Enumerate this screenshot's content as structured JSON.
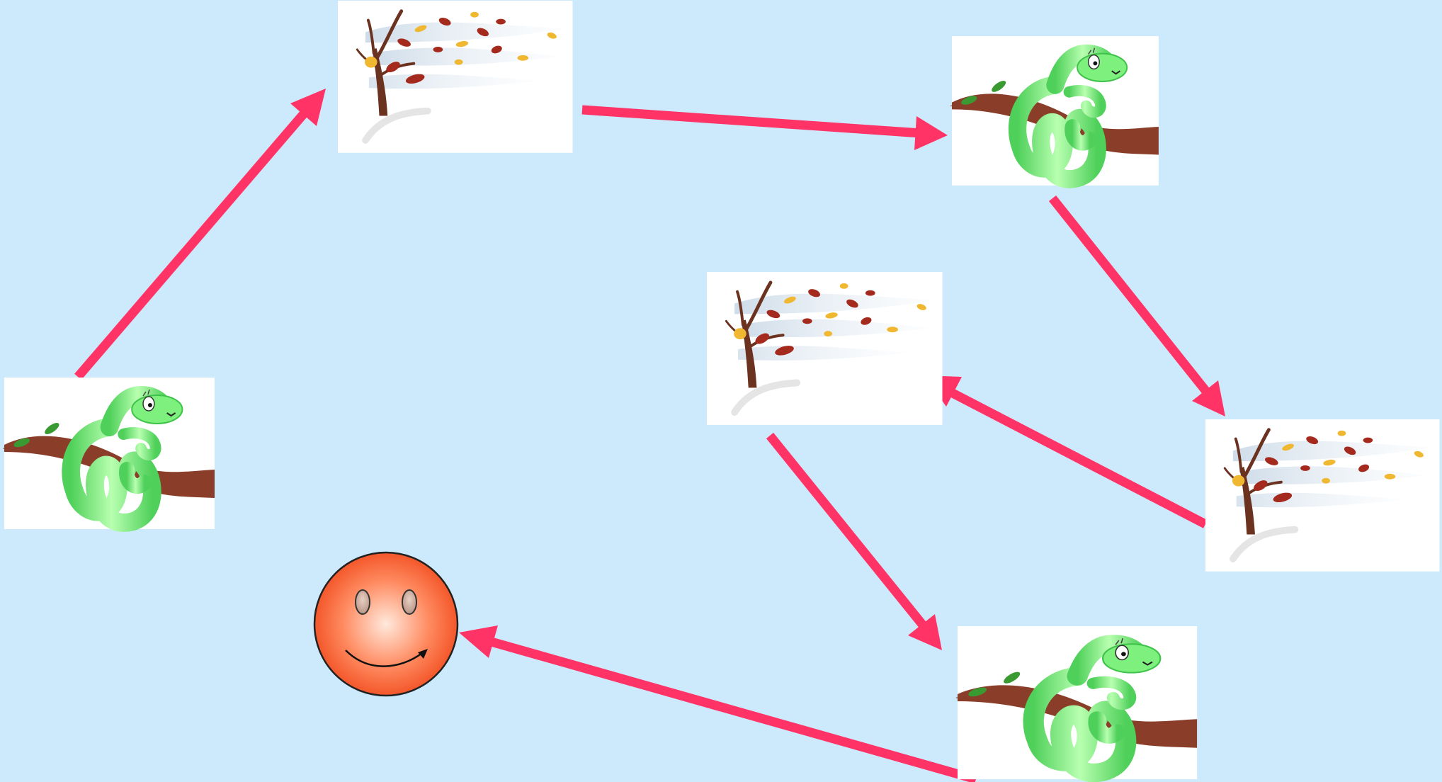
{
  "colors": {
    "background": "#cdeafd",
    "arrow": "#ff3366",
    "card": "#ffffff",
    "snake": "#7ef07e",
    "snake_dark": "#3fc24a",
    "branch": "#8a3e2a",
    "trunk": "#6b3220",
    "leaf_red": "#a32a1c",
    "leaf_yellow": "#f0b830",
    "wind": "#dde8f2",
    "face": "#ff6a3d",
    "face_light": "#ffe0d0"
  },
  "diagram": {
    "nodes": [
      {
        "id": "snake-1",
        "kind": "snake-on-branch"
      },
      {
        "id": "wind-1",
        "kind": "windy-tree"
      },
      {
        "id": "snake-2",
        "kind": "snake-on-branch"
      },
      {
        "id": "wind-2",
        "kind": "windy-tree"
      },
      {
        "id": "wind-3",
        "kind": "windy-tree"
      },
      {
        "id": "snake-3",
        "kind": "snake-on-branch"
      },
      {
        "id": "smiley",
        "kind": "smiley-face"
      }
    ],
    "edges": [
      {
        "from": "snake-1",
        "to": "wind-1"
      },
      {
        "from": "wind-1",
        "to": "snake-2"
      },
      {
        "from": "snake-2",
        "to": "wind-2"
      },
      {
        "from": "wind-2",
        "to": "wind-3"
      },
      {
        "from": "wind-3",
        "to": "snake-3"
      },
      {
        "from": "snake-3",
        "to": "smiley"
      }
    ]
  }
}
